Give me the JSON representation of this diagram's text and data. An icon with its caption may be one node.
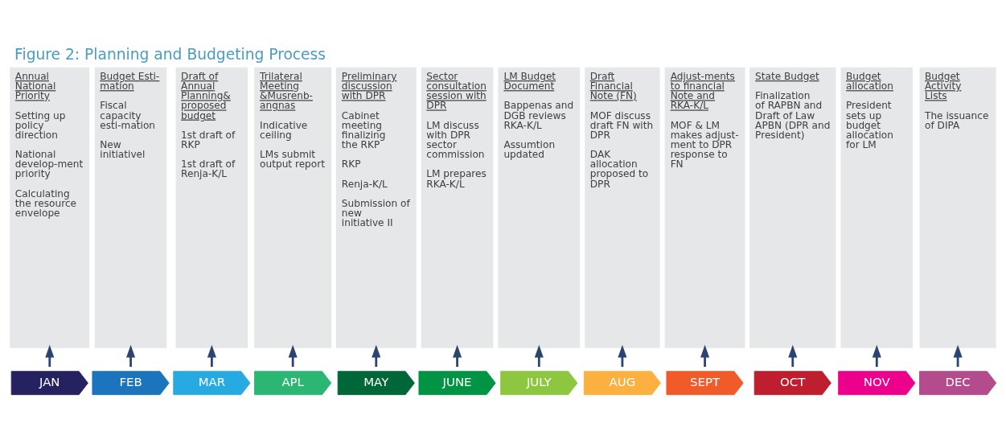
{
  "diagram": {
    "title": "Figure 2: Planning and Budgeting Process",
    "nodes": [
      {
        "text": [
          "Annual National Priority",
          "Setting up policy direction",
          "National develop-ment priority",
          "Calculating the resource envelope"
        ]
      },
      {
        "text": [
          "Budget Esti-mation",
          "Fiscal capacity esti-mation",
          "New initiativel"
        ]
      },
      {
        "text": [
          "Draft of Annual Planning& proposed budget",
          "1st draft of RKP",
          "1st draft of Renja-K/L"
        ]
      },
      {
        "text": [
          "Trilateral Meeting &Musrenb-angnas",
          "Indicative ceiling",
          "LMs submit output report"
        ]
      },
      {
        "text": [
          "Preliminary discussion with DPR",
          "Cabinet meeting finalizing the RKP",
          "RKP",
          "Renja-K/L",
          "Submission of new initiative II"
        ]
      },
      {
        "text": [
          "Sector consultation session with DPR",
          "LM discuss with DPR sector commission",
          "LM prepares RKA-K/L"
        ]
      },
      {
        "text": [
          "LM Budget Document",
          "Bappenas and DGB reviews RKA-K/L",
          "Assumtion updated"
        ]
      },
      {
        "text": [
          "Draft Financial Note (FN)",
          "MOF discuss draft FN with DPR",
          "DAK allocation proposed to DPR"
        ]
      },
      {
        "text": [
          "Adjust-ments to financial Note and RKA-K/L",
          "MOF & LM makes adjust-ment to DPR response to FN"
        ]
      },
      {
        "text": [
          "State Budget",
          "Finalization of RAPBN and Draft of Law APBN (DPR and President)"
        ]
      },
      {
        "text": [
          "Budget allocation",
          "President sets up budget allocation for LM"
        ]
      },
      {
        "text": [
          "Budget Activity Lists",
          "The issuance of DIPA"
        ]
      },
      {
        "text": [
          "JAN"
        ]
      },
      {
        "text": [
          "FEB"
        ]
      },
      {
        "text": [
          "MAR"
        ]
      },
      {
        "text": [
          "APL"
        ]
      },
      {
        "text": [
          "MAY"
        ]
      },
      {
        "text": [
          "JUNE"
        ]
      },
      {
        "text": [
          "JULY"
        ]
      },
      {
        "text": [
          "AUG"
        ]
      },
      {
        "text": [
          "SEPT"
        ]
      },
      {
        "text": [
          "OCT"
        ]
      },
      {
        "text": [
          "NOV"
        ]
      },
      {
        "text": [
          "DEC"
        ]
      }
    ],
    "edges": [
      {
        "from": 12,
        "to": 0,
        "arrow": "to"
      },
      {
        "from": 13,
        "to": 1,
        "arrow": "to"
      },
      {
        "from": 14,
        "to": 2,
        "arrow": "to"
      },
      {
        "from": 15,
        "to": 3,
        "arrow": "to"
      },
      {
        "from": 16,
        "to": 4,
        "arrow": "to"
      },
      {
        "from": 17,
        "to": 5,
        "arrow": "to"
      },
      {
        "from": 18,
        "to": 6,
        "arrow": "to"
      },
      {
        "from": 19,
        "to": 7,
        "arrow": "to"
      },
      {
        "from": 20,
        "to": 8,
        "arrow": "to"
      },
      {
        "from": 21,
        "to": 9,
        "arrow": "to"
      },
      {
        "from": 22,
        "to": 10,
        "arrow": "to"
      },
      {
        "from": 23,
        "to": 11,
        "arrow": "to"
      }
    ]
  }
}
